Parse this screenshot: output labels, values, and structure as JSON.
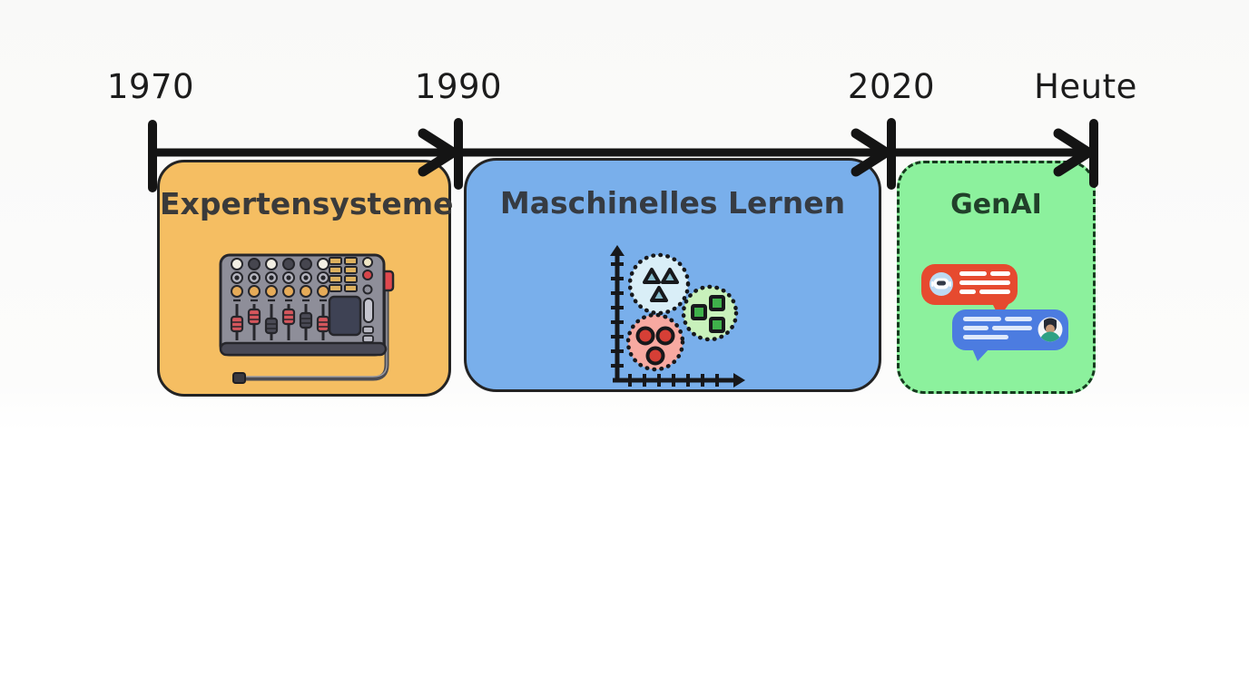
{
  "timeline": {
    "line_color": "#141414",
    "markers": [
      {
        "label": "1970"
      },
      {
        "label": "1990"
      },
      {
        "label": "2020"
      },
      {
        "label": "Heute"
      }
    ]
  },
  "eras": [
    {
      "title": "Expertensysteme",
      "period_start": "1970",
      "period_end": "1990",
      "fill_color": "#f5be62",
      "border_color": "#232323",
      "border_style": "solid",
      "title_color": "#3a3a3a",
      "icon": "audio-mixer-console-icon"
    },
    {
      "title": "Maschinelles Lernen",
      "period_start": "1990",
      "period_end": "2020",
      "fill_color": "#79afeb",
      "border_color": "#232323",
      "border_style": "solid",
      "title_color": "#363b42",
      "icon": "scatter-plot-clusters-icon"
    },
    {
      "title": "GenAI",
      "period_start": "2020",
      "period_end": "Heute",
      "fill_color": "#8cf19d",
      "border_color": "#153b1e",
      "border_style": "dashed",
      "title_color": "#21402a",
      "icon": "chat-bubbles-icon"
    }
  ]
}
